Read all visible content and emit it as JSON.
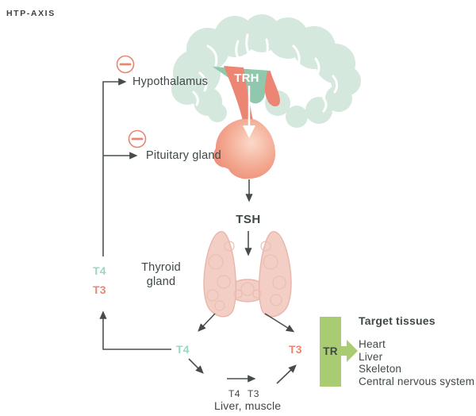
{
  "title": "HTP-AXIS",
  "colors": {
    "brain_teal": "#d4e8dd",
    "hypothalamus_teal": "#8fc8ac",
    "salmon": "#ec8573",
    "thyroid_pink": "#f3cec5",
    "green": "#a9cb72",
    "text_dark": "#3f4846",
    "teal_text": "#9bd6bf"
  },
  "labels": {
    "trh": "TRH",
    "hypothalamus": "Hypothalamus",
    "pituitary": "Pituitary gland",
    "tsh": "TSH",
    "thyroid": "Thyroid\ngland",
    "feedback_t4": "T4",
    "feedback_t3": "T3",
    "t4": "T4",
    "t3": "T3",
    "conversion_t4": "T4",
    "conversion_t3": "T3",
    "conversion_site": "Liver, muscle",
    "receptor": "TR"
  },
  "target_tissues": {
    "heading": "Target tissues",
    "items": [
      "Heart",
      "Liver",
      "Skeleton",
      "Central nervous system"
    ]
  }
}
